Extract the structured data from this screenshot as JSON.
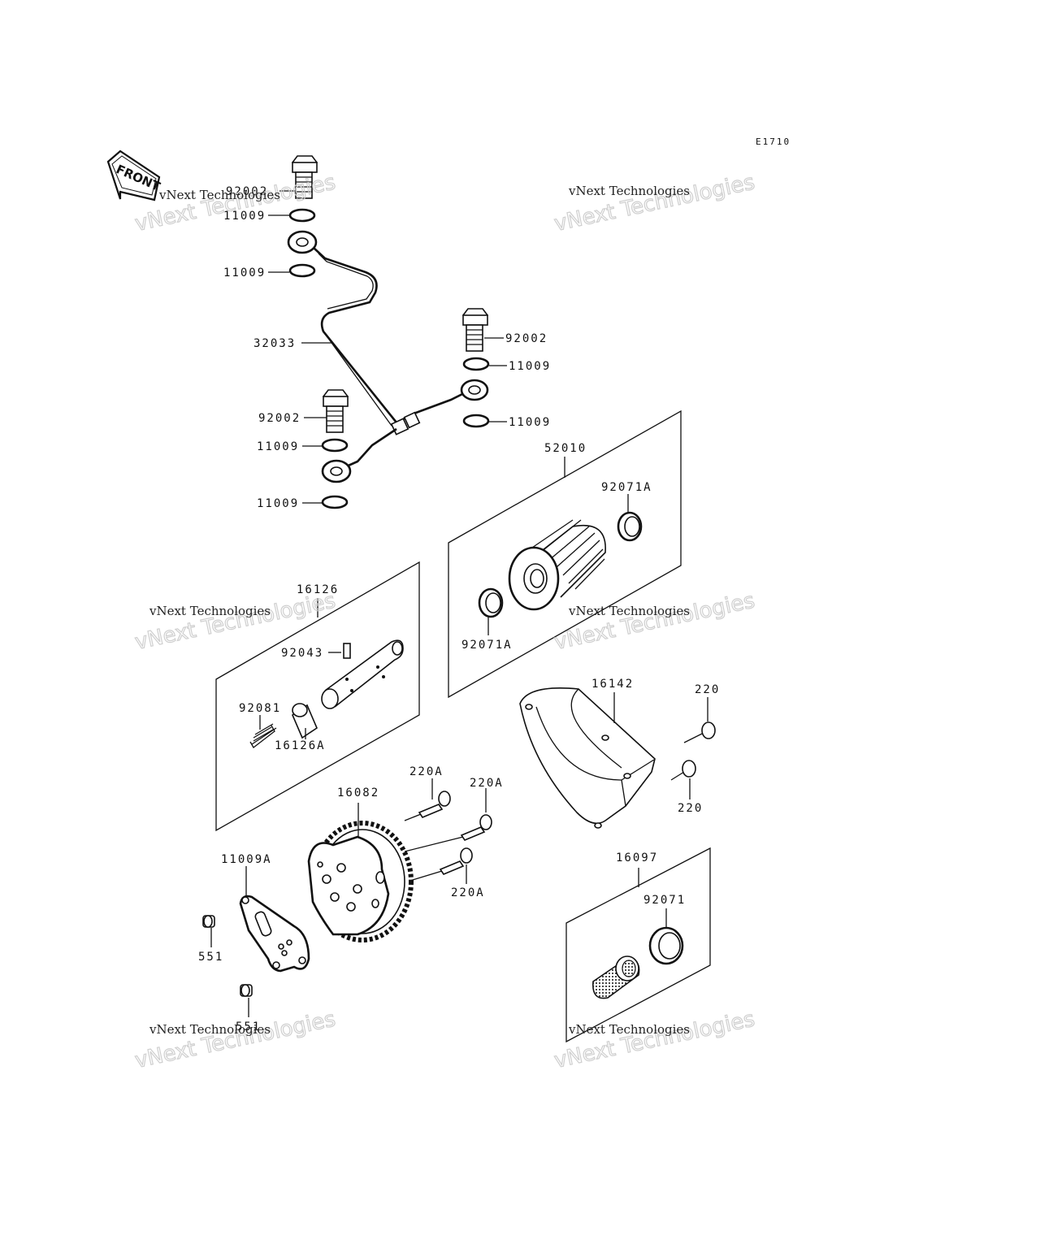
{
  "diagram_code": "E1710",
  "front_label": "FRONT",
  "labels": {
    "bolt_top": "92002",
    "washer_top_1": "11009",
    "washer_top_2": "11009",
    "pipe": "32033",
    "bolt_right": "92002",
    "washer_right_1": "11009",
    "washer_right_2": "11009",
    "bolt_lower": "92002",
    "washer_lower_1": "11009",
    "washer_lower_2": "11009",
    "filter_kit": "52010",
    "filter_oring_upper": "92071A",
    "filter_oring_lower": "92071A",
    "valve_kit": "16126",
    "pin": "92043",
    "spring": "92081",
    "valve_collar": "16126A",
    "cover": "16142",
    "screw_cover_1": "220",
    "screw_cover_2": "220",
    "screw_pump_1": "220A",
    "screw_pump_2": "220A",
    "screw_pump_3": "220A",
    "pump": "16082",
    "gasket": "11009A",
    "dowel_1": "551",
    "dowel_2": "551",
    "strainer_kit": "16097",
    "strainer_oring": "92071"
  },
  "watermarks": [
    {
      "line1": "vNext Technologies",
      "line2": "vNext Technologies"
    },
    {
      "line1": "vNext Technologies",
      "line2": "vNext Technologies"
    },
    {
      "line1": "vNext Technologies",
      "line2": "vNext Technologies"
    },
    {
      "line1": "vNext Technologies",
      "line2": "vNext Technologies"
    },
    {
      "line1": "vNext Technologies",
      "line2": "vNext Technologies"
    },
    {
      "line1": "vNext Technologies",
      "line2": "vNext Technologies"
    }
  ]
}
